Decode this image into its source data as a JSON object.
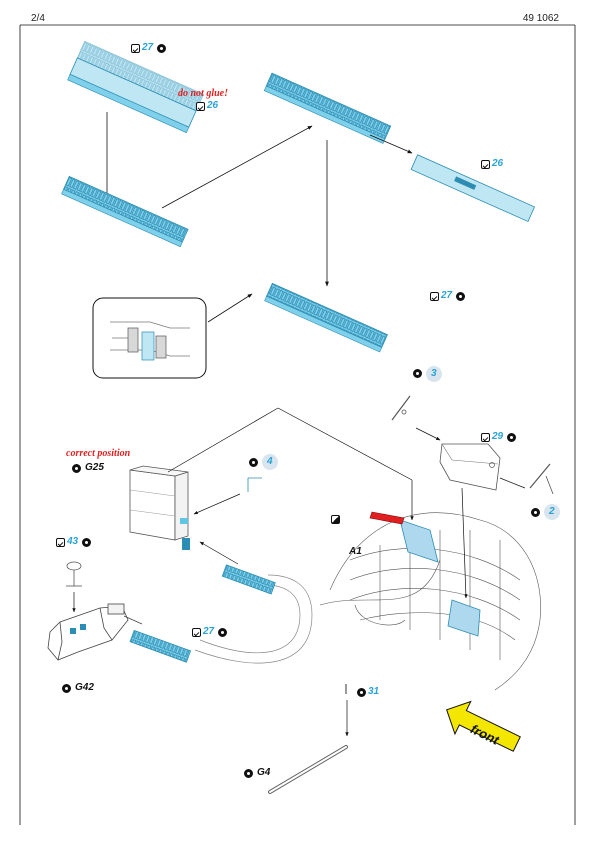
{
  "header": {
    "page": "2/4",
    "code": "49 1062"
  },
  "notes": {
    "do_not_glue": "do not glue!",
    "correct_position": "correct position"
  },
  "labels": {
    "g25": "G25",
    "g42": "G42",
    "g4": "G4",
    "a1": "A1",
    "front": "front",
    "n27a": "27",
    "n26a": "26",
    "n26b": "26",
    "n27b": "27",
    "n3": "3",
    "n29": "29",
    "n4": "4",
    "n2": "2",
    "n43": "43",
    "n27c": "27",
    "n31": "31"
  },
  "colors": {
    "etch": "#62c5e4",
    "accent_num": "#29a3d6",
    "red_part": "#e02020",
    "arrow_fill": "#f3e600",
    "panel": "#aed8ee"
  },
  "icons": [
    "glue-icon",
    "paint-icon",
    "position-icon"
  ]
}
